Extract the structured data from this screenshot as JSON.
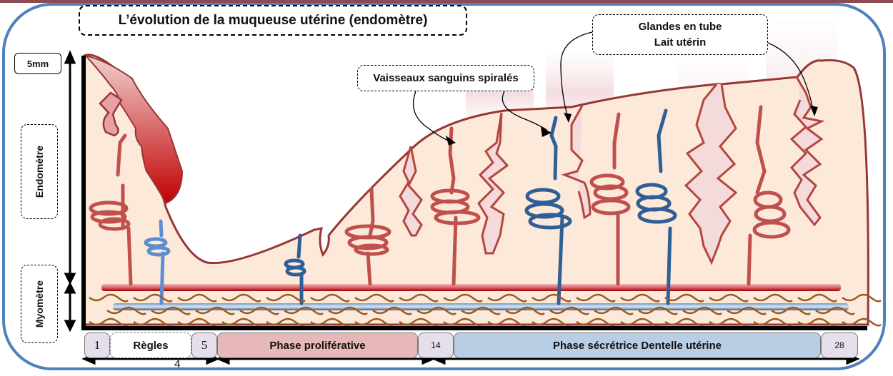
{
  "title": "L’évolution de la muqueuse utérine (endomètre)",
  "labels": {
    "thickness": "5mm",
    "endometre": "Endomètre",
    "myometre": "Myomètre",
    "vaisseaux": "Vaisseaux sanguins spiralés",
    "glandes_line1": "Glandes en tube",
    "glandes_line2": "Lait utérin"
  },
  "timeline": {
    "day_start": "1",
    "regles": "Règles",
    "day_5": "5",
    "proliferative": "Phase proliférative",
    "day_14": "14",
    "secretory": "Phase sécrétrice Dentelle utérine",
    "day_28": "28",
    "duration_regles": "4"
  },
  "colors": {
    "frame": "#4f81bd",
    "tissue": "#fde9d9",
    "tissue_outline": "#953735",
    "artery": "#c0504d",
    "vein": "#2e5f97",
    "vein_light": "#5b8fd0",
    "muscle": "#9c5a1e",
    "proliferative_bg": "#e6b9b8",
    "secretory_bg": "#b9cde5",
    "day_bg": "#e5dfec"
  }
}
